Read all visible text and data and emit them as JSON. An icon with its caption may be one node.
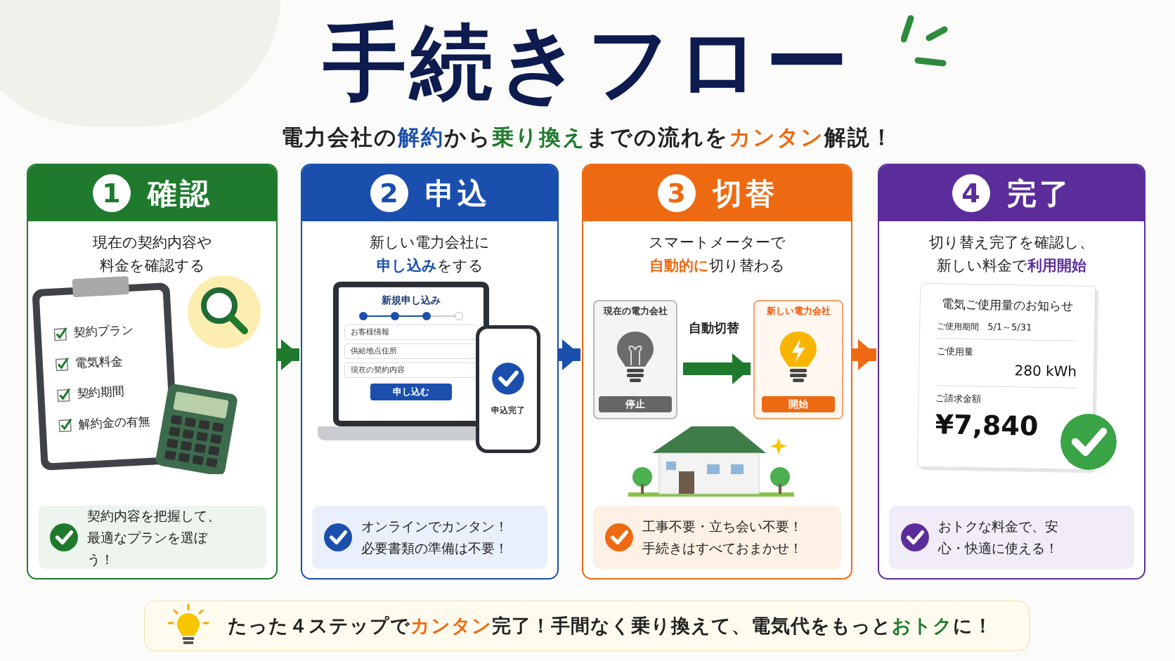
{
  "diagram": {
    "title": "手続きフロー",
    "nodes": [
      {
        "text": [
          "1",
          "確認",
          "現在の契約内容や料金を確認する",
          "契約内容を把握して、最適なプランを選ぼう！"
        ]
      },
      {
        "text": [
          "2",
          "申込",
          "新しい電力会社に**申し込み**をする",
          "オンラインでカンタン！必要書類の準備は不要！"
        ]
      },
      {
        "text": [
          "3",
          "切替",
          "スマートメーターで**自動的に**切り替わる",
          "工事不要・立ち会い不要！手続きはすべておまかせ！"
        ]
      },
      {
        "text": [
          "4",
          "完了",
          "切り替え完了を確認し、新しい料金で**利用開始**",
          "おトクな料金で、安心・快適に使える！"
        ]
      },
      {
        "text": [
          "現在の電力会社",
          "停止"
        ],
        "in": 2
      },
      {
        "text": [
          "新しい電力会社",
          "開始"
        ],
        "in": 2
      },
      {
        "text": [
          "たった４ステップで**カンタン**完了！手間なく乗り換えて、電気代をもっと**おトク**に！"
        ]
      }
    ],
    "edges": [
      {
        "from": 0,
        "to": 1,
        "arrow": "to",
        "color": "#1f7a2e"
      },
      {
        "from": 1,
        "to": 2,
        "arrow": "to",
        "color": "#1a4fae"
      },
      {
        "from": 2,
        "to": 3,
        "arrow": "to",
        "color": "#ee6a12"
      },
      {
        "from": 4,
        "to": 5,
        "arrow": "to",
        "label": "自動切替",
        "color": "#1f7a2e"
      }
    ],
    "labels": [
      "電力会社の**解約**から**乗り換え**までの流れを**カンタン**解説！",
      "契約プラン",
      "電気料金",
      "契約期間",
      "解約金の有無",
      "新規申し込み",
      "お客様情報",
      "供給地点住所",
      "現在の契約内容",
      "申し込む",
      "申込完了",
      "電気ご使用量のお知らせ",
      "ご使用期間",
      "5/1～5/31",
      "ご使用量",
      "280 kWh",
      "ご請求金額",
      "¥7,840"
    ]
  }
}
